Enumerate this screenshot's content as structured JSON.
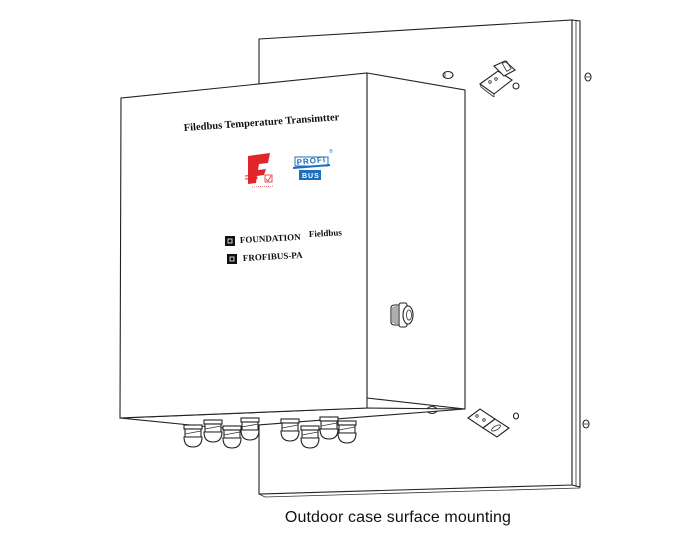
{
  "figure": {
    "enclosure_title": "Filedbus Temperature Transimtter",
    "logos": {
      "foundation_logo": {
        "icon": "fieldbus-foundation-logo",
        "color": "#e0252b",
        "small_text": "Foundation"
      },
      "profibus_logo": {
        "icon": "profibus-logo",
        "color": "#1f6fc0",
        "top_text": "PROFI",
        "bottom_text": "BUS",
        "mark": "®"
      }
    },
    "options": [
      {
        "checkbox": "checked-square-icon",
        "label": "FOUNDATION",
        "suffix": "Fieldbus"
      },
      {
        "checkbox": "checked-square-icon",
        "label": "FROFIBUS-PA",
        "suffix": ""
      }
    ],
    "caption": "Outdoor case surface mounting"
  }
}
